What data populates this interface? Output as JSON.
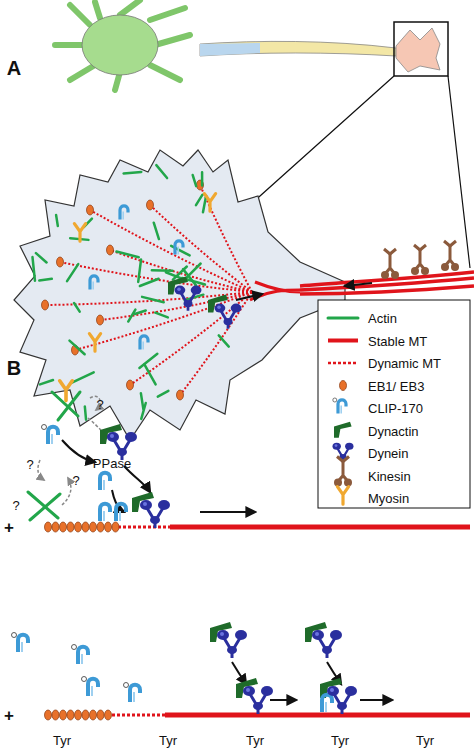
{
  "diagram": {
    "labels": [
      "A",
      "B",
      "PPase",
      "?",
      "?",
      "?",
      "?",
      "+",
      "+",
      "Tyr",
      "Tyr",
      "Tyr",
      "Tyr",
      "Tyr"
    ],
    "legend": [
      {
        "text": "Actin"
      },
      {
        "text": "Stable MT"
      },
      {
        "text": "Dynamic MT"
      },
      {
        "text": "EB1/ EB3"
      },
      {
        "text": "CLIP-170"
      },
      {
        "text": "Dynactin"
      },
      {
        "text": "Dynein"
      },
      {
        "text": "Kinesin"
      },
      {
        "text": "Myosin"
      }
    ]
  }
}
